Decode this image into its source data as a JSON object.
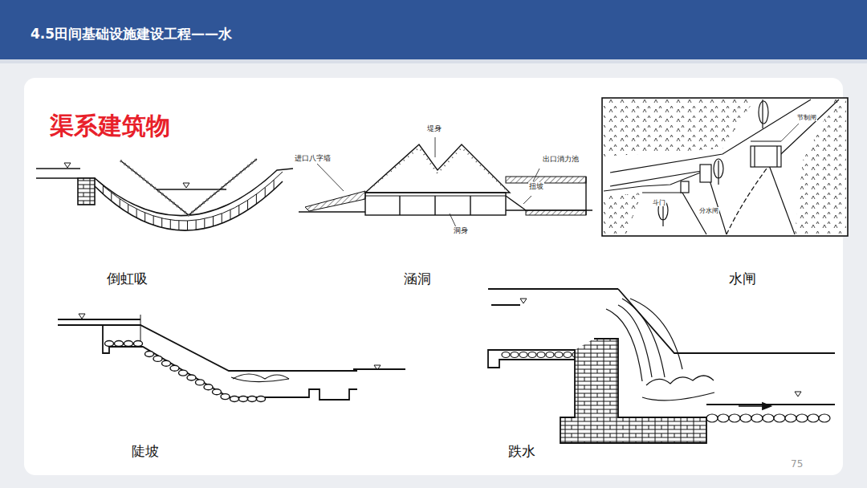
{
  "diagram": {
    "title": "4.5田间基础设施建设工程——水",
    "labels": [
      "渠系建筑物",
      "堤身",
      "进口八字墙",
      "出口消力池",
      "扭坡",
      "洞身",
      "节制闸",
      "斗门",
      "分水闸",
      "倒虹吸",
      "涵洞",
      "水闸",
      "陡坡",
      "跌水",
      "75"
    ]
  }
}
